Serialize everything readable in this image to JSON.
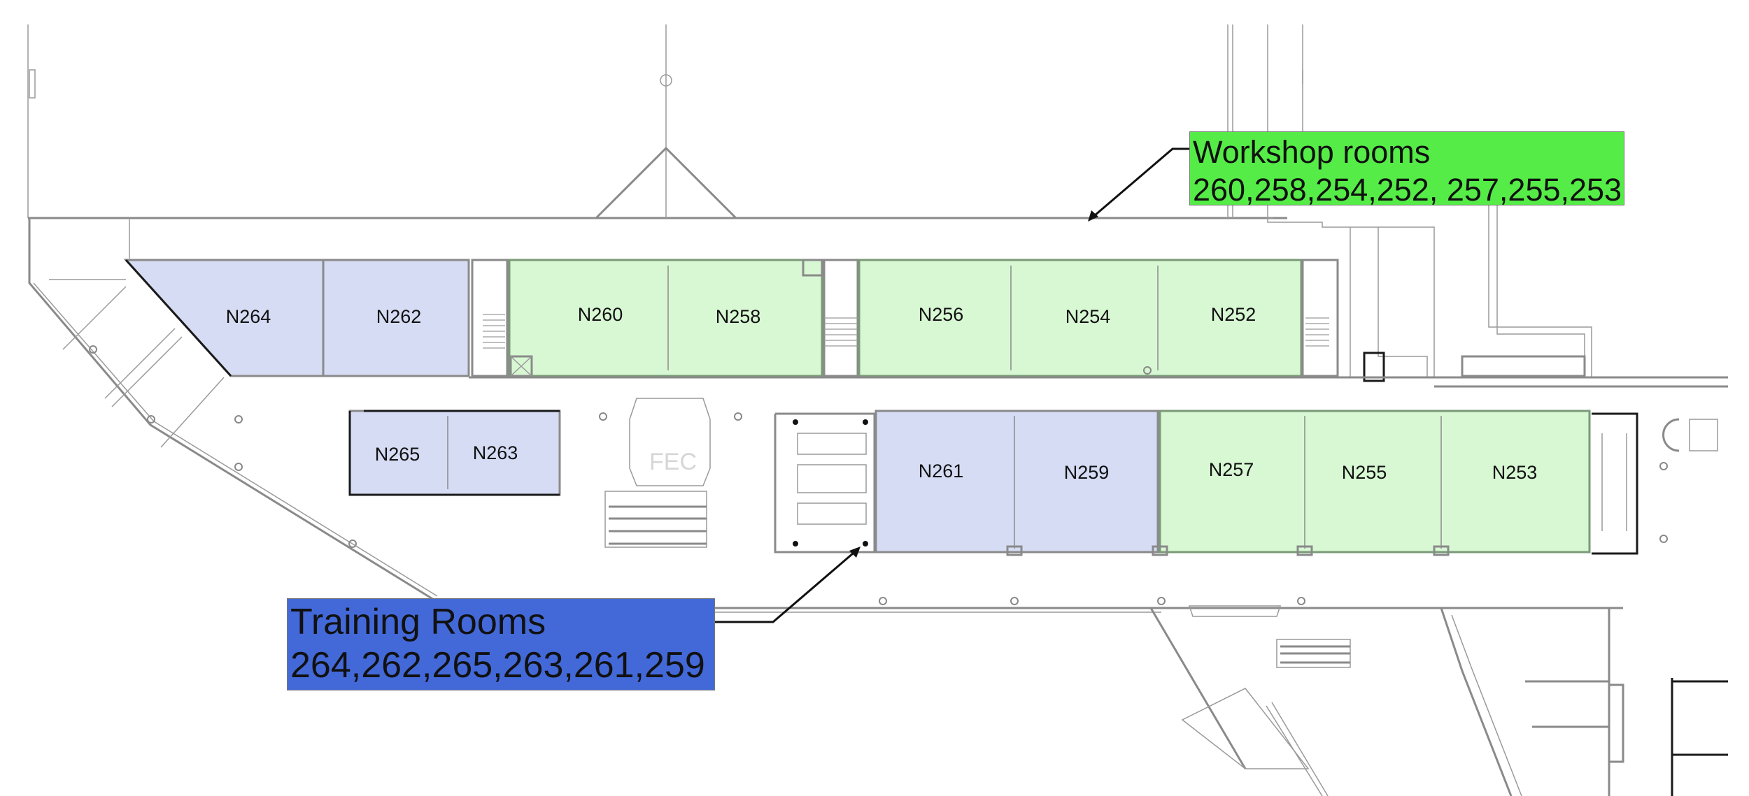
{
  "map": {
    "kind": "floor-plan",
    "room_groups": {
      "training": {
        "title": "Training Rooms",
        "rooms_list": "264,262,265,263,261,259",
        "fill_color": "#d6dcf4",
        "callout_color": "#4369d9"
      },
      "workshop": {
        "title": "Workshop rooms",
        "rooms_list": "260,258,254,252, 257,255,253",
        "fill_color": "#d8f8d4",
        "callout_color": "#55ec47"
      }
    },
    "rooms": [
      {
        "id": "N264",
        "group": "training"
      },
      {
        "id": "N262",
        "group": "training"
      },
      {
        "id": "N260",
        "group": "workshop"
      },
      {
        "id": "N258",
        "group": "workshop"
      },
      {
        "id": "N256",
        "group": "workshop"
      },
      {
        "id": "N254",
        "group": "workshop"
      },
      {
        "id": "N252",
        "group": "workshop"
      },
      {
        "id": "N265",
        "group": "training"
      },
      {
        "id": "N263",
        "group": "training"
      },
      {
        "id": "N261",
        "group": "training"
      },
      {
        "id": "N259",
        "group": "training"
      },
      {
        "id": "N257",
        "group": "workshop"
      },
      {
        "id": "N255",
        "group": "workshop"
      },
      {
        "id": "N253",
        "group": "workshop"
      }
    ],
    "fec_label": "FEC"
  }
}
